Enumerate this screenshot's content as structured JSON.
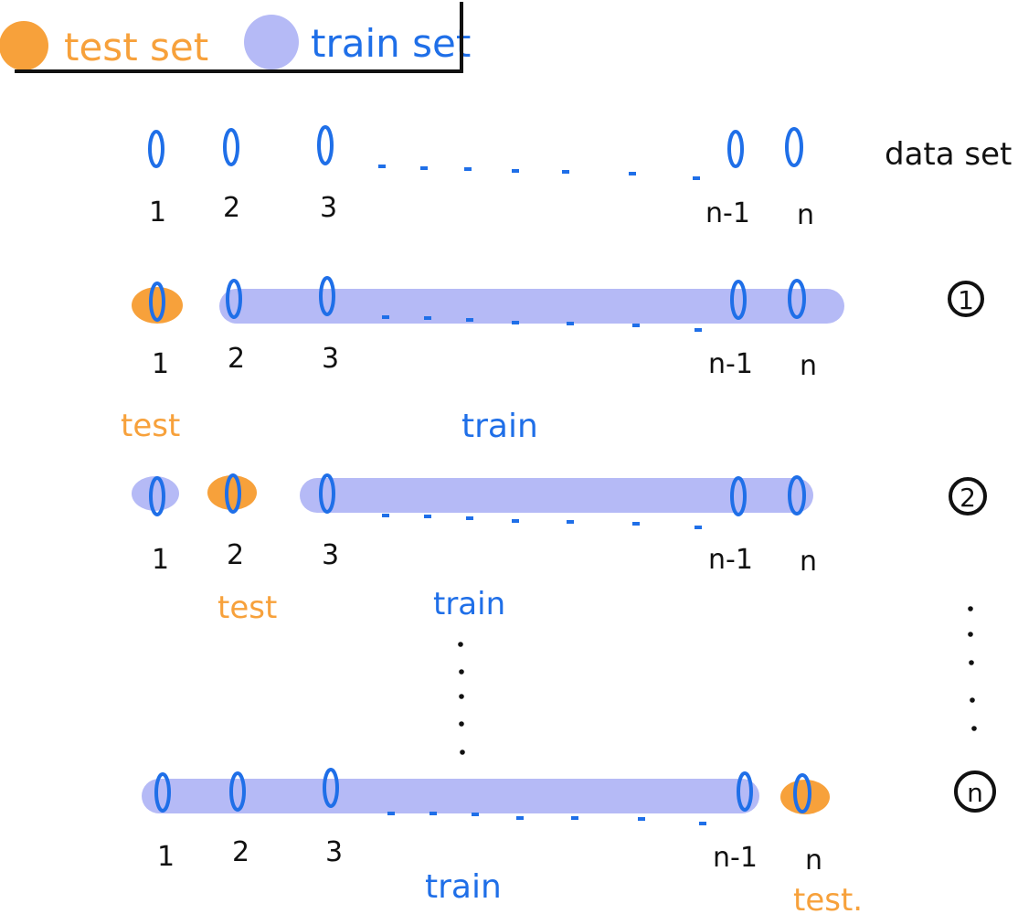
{
  "colors": {
    "test": "#f7a13b",
    "train": "#b5baf6",
    "train_text": "#1f6fe8",
    "node": "#1f6fe8",
    "ink": "#111111"
  },
  "legend": {
    "test_label": "test set",
    "train_label": "train set"
  },
  "dataset": {
    "label": "data set",
    "index_labels": [
      "1",
      "2",
      "3",
      "n-1",
      "n"
    ]
  },
  "folds": [
    {
      "marker": "1",
      "test_label": "test",
      "train_label": "train",
      "test_index": "1"
    },
    {
      "marker": "2",
      "test_label": "test",
      "train_label": "train",
      "test_index": "2"
    },
    {
      "marker": "n",
      "test_label": "test.",
      "train_label": "train",
      "test_index": "n"
    }
  ]
}
